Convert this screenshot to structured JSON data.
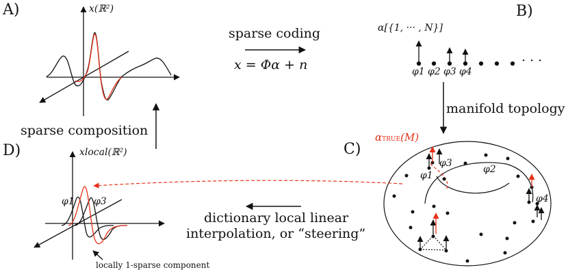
{
  "panels": {
    "a": "A)",
    "b": "B)",
    "c": "C)",
    "d": "D)"
  },
  "labels": {
    "sparse_coding": "sparse coding",
    "equation": "x = Φα + n",
    "x_axis_label": "x(ℝ²)",
    "alpha_index": "α[{1, ··· , N}]",
    "manifold_topology": "manifold topology",
    "alpha_true": "α",
    "alpha_true_sub": "TRUE",
    "alpha_true_arg": "(M)",
    "sparse_composition": "sparse composition",
    "x_local_label": "xlocal(ℝ²)",
    "dictionary_line1": "dictionary local linear",
    "dictionary_line2": "interpolation, or “steering”",
    "locally_sparse": "locally 1-sparse component",
    "dots": "· · ·"
  },
  "phis": {
    "b1": "φ1",
    "b2": "φ2",
    "b3": "φ3",
    "b4": "φ4",
    "c1": "φ1",
    "c2": "φ2",
    "c3": "φ3",
    "c4": "φ4",
    "d1": "φ1",
    "d3": "φ3"
  },
  "colors": {
    "ink": "#111111",
    "accent": "#e53018"
  }
}
